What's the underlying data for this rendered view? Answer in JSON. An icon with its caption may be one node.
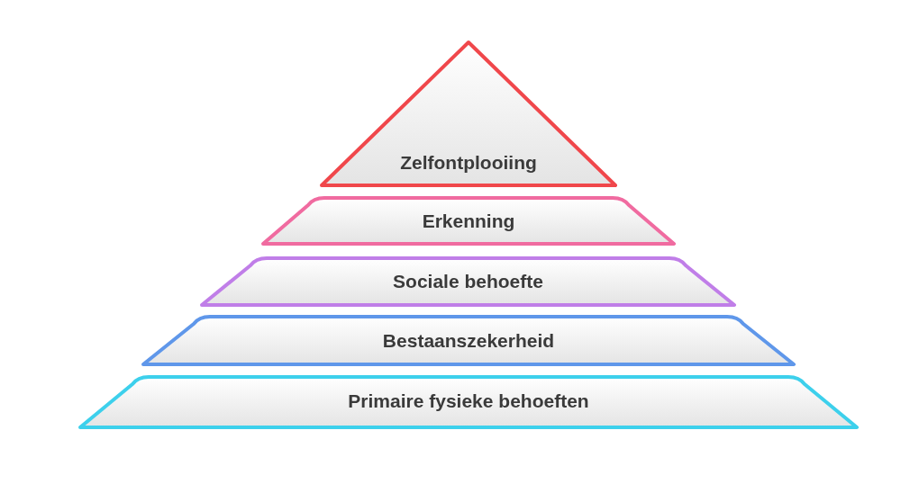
{
  "diagram": {
    "nodes": [
      {
        "text": [
          "Zelfontplooiing"
        ]
      },
      {
        "text": [
          "Erkenning"
        ]
      },
      {
        "text": [
          "Sociale behoefte"
        ]
      },
      {
        "text": [
          "Bestaanszekerheid"
        ]
      },
      {
        "text": [
          "Primaire fysieke behoeften"
        ]
      }
    ]
  }
}
